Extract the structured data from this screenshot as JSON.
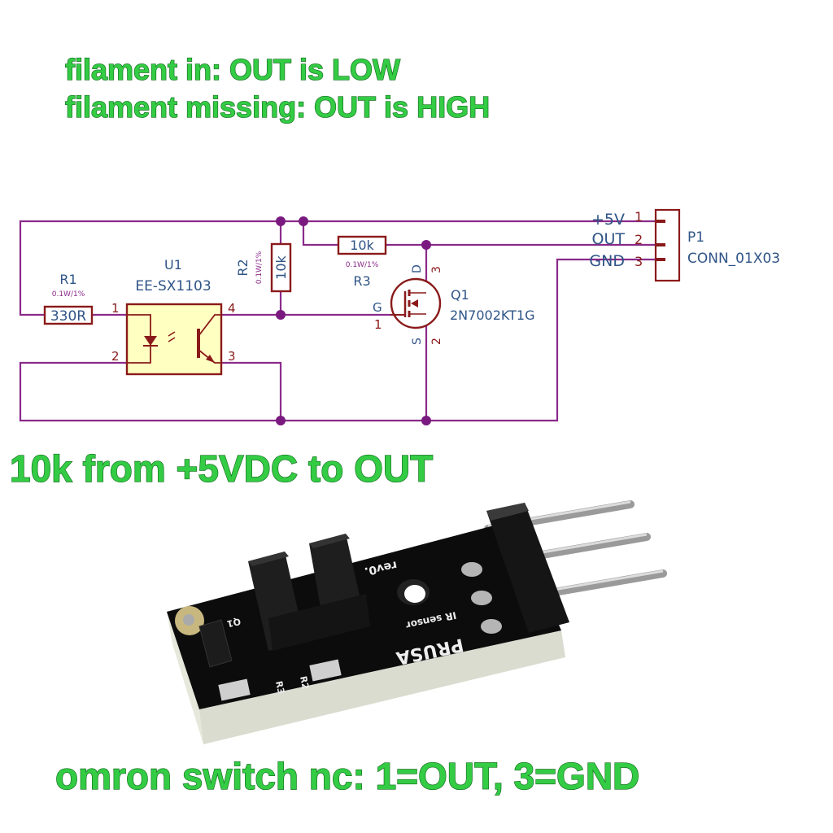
{
  "header": {
    "line1": "filament in:  OUT is LOW",
    "line2": "filament missing:  OUT is HIGH"
  },
  "schematic": {
    "r1": {
      "ref": "R1",
      "spec": "0.1W/1%",
      "value": "330R"
    },
    "r2": {
      "ref": "R2",
      "spec": "0.1W/1%",
      "value": "10k"
    },
    "r3": {
      "ref": "R3",
      "spec": "0.1W/1%",
      "value": "10k"
    },
    "u1": {
      "ref": "U1",
      "part": "EE-SX1103",
      "pins": [
        "1",
        "2",
        "3",
        "4"
      ]
    },
    "q1": {
      "ref": "Q1",
      "part": "2N7002KT1G",
      "gate": "G",
      "gate_pin": "1",
      "drain": "D",
      "drain_pin": "3",
      "source": "S",
      "source_pin": "2"
    },
    "p1": {
      "ref": "P1",
      "part": "CONN_01X03",
      "pins": [
        {
          "name": "+5V",
          "num": "1"
        },
        {
          "name": "OUT",
          "num": "2"
        },
        {
          "name": "GND",
          "num": "3"
        }
      ]
    },
    "colors": {
      "wire": "#8a2a8a",
      "component": "#8a1a1a",
      "text": "#2f5487",
      "optocoupler_fill": "#ffffc2"
    }
  },
  "note": "10k  from +5VDC to OUT",
  "board_photo": {
    "silkscreen": {
      "brand": "PRUSA",
      "subtitle": "IR sensor",
      "revision": "rev0.",
      "q1": "Q1",
      "r2": "R2",
      "r3": "R3"
    }
  },
  "footer": "omron switch nc:  1=OUT, 3=GND",
  "colors": {
    "caption_green": "#33cc44",
    "caption_outline": "#146b1e"
  }
}
